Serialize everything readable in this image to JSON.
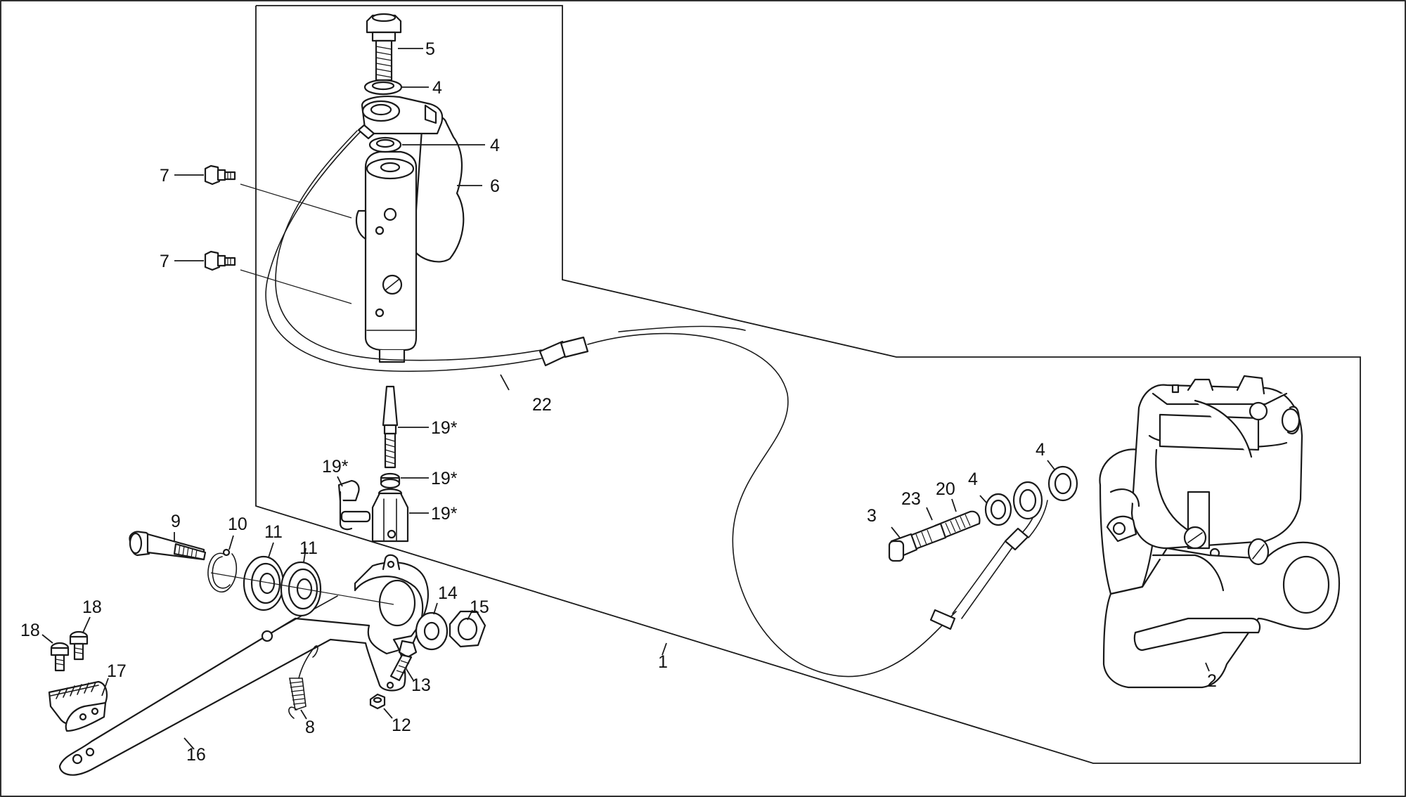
{
  "labels": {
    "l1": "1",
    "l2": "2",
    "l3": "3",
    "l4a": "4",
    "l4b": "4",
    "l4c": "4",
    "l4d": "4",
    "l5": "5",
    "l6": "6",
    "l7a": "7",
    "l7b": "7",
    "l8": "8",
    "l9": "9",
    "l10": "10",
    "l11a": "11",
    "l11b": "11",
    "l12": "12",
    "l13": "13",
    "l14": "14",
    "l15": "15",
    "l16": "16",
    "l17": "17",
    "l18a": "18",
    "l18b": "18",
    "l19a": "19*",
    "l19b": "19*",
    "l19c": "19*",
    "l19d": "19*",
    "l20": "20",
    "l22": "22",
    "l23": "23"
  },
  "colors": {
    "line": "#1a1a1a",
    "background": "#ffffff"
  }
}
